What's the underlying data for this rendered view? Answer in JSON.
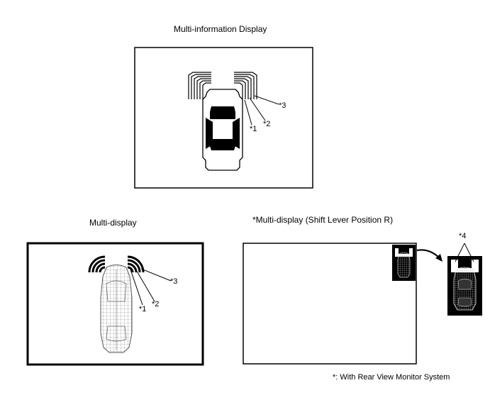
{
  "titles": {
    "mid": "Multi-information Display",
    "multi": "Multi-display",
    "multi_r": "*Multi-display (Shift Lever Position R)"
  },
  "callouts": {
    "c1": "*1",
    "c2": "*2",
    "c3": "*3",
    "c4": "*4"
  },
  "footnote": "*: With Rear View Monitor System",
  "colors": {
    "ink": "#000000",
    "paper": "#ffffff"
  }
}
